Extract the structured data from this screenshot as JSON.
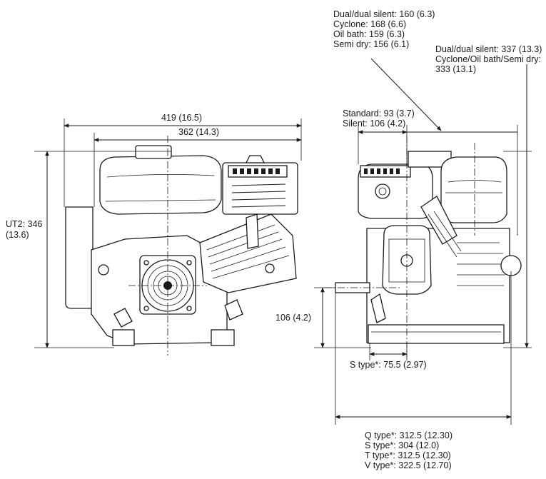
{
  "labels": {
    "width_overall": "419 (16.5)",
    "width_inner": "362 (14.3)",
    "height_ut2_line1": "UT2: 346",
    "height_ut2_line2": "(13.6)",
    "shaft_height": "106 (4.2)",
    "standard_silent": [
      "Standard: 93 (3.7)",
      "Silent: 106 (4.2)"
    ],
    "aircleaner_offset": [
      "Dual/dual silent: 160 (6.3)",
      "Cyclone: 168 (6.6)",
      "Oil bath: 159 (6.3)",
      "Semi dry: 156 (6.1)"
    ],
    "aircleaner_height": [
      "Dual/dual silent: 337 (13.3)",
      "Cyclone/Oil bath/Semi dry:",
      "333 (13.1)"
    ],
    "s_type_shaft": "S type*: 75.5 (2.97)",
    "overall_length": [
      "Q type*: 312.5 (12.30)",
      "S type*: 304 (12.0)",
      "T type*: 312.5 (12.30)",
      "V type*: 322.5 (12.70)"
    ]
  }
}
